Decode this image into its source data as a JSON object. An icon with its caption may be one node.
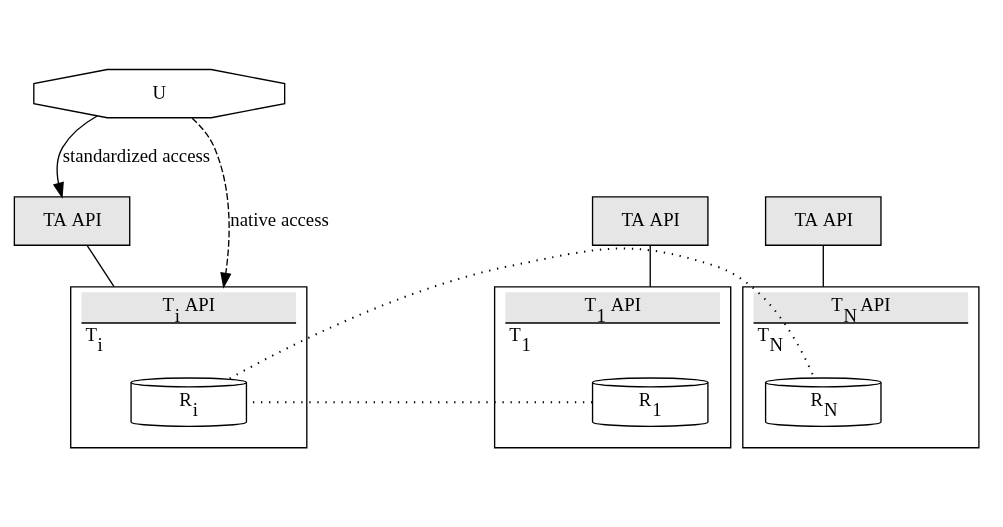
{
  "diagram": {
    "nodes": [
      {
        "text": [
          "U"
        ]
      },
      {
        "text": [
          "TA API"
        ]
      },
      {
        "text": [
          "TA API"
        ]
      },
      {
        "text": [
          "TA API"
        ]
      },
      {
        "text": [
          "T$_{1}$ API",
          "T$_{1}$"
        ]
      },
      {
        "text": [
          "R$_{1}$"
        ],
        "in": 4
      },
      {
        "text": [
          "T$_{i}$ API",
          "T$_{i}$"
        ]
      },
      {
        "text": [
          "R$_{i}$"
        ],
        "in": 6
      },
      {
        "text": [
          "T$_{N}$ API",
          "T$_{N}$"
        ]
      },
      {
        "text": [
          "R$_{N}$"
        ],
        "in": 8
      }
    ],
    "edges": [
      {
        "from": 0,
        "to": 6,
        "arrow": "to",
        "label": "native access",
        "style": "dashed"
      },
      {
        "from": 0,
        "to": 2,
        "arrow": "to",
        "label": "standardized access"
      },
      {
        "from": 1,
        "to": 4,
        "arrow": "none"
      },
      {
        "from": 2,
        "to": 6,
        "arrow": "none"
      },
      {
        "from": 3,
        "to": 8,
        "arrow": "none"
      },
      {
        "from": 5,
        "to": 7,
        "arrow": "none",
        "style": "dashed"
      },
      {
        "from": 7,
        "to": 9,
        "arrow": "none",
        "style": "dashed"
      }
    ]
  }
}
